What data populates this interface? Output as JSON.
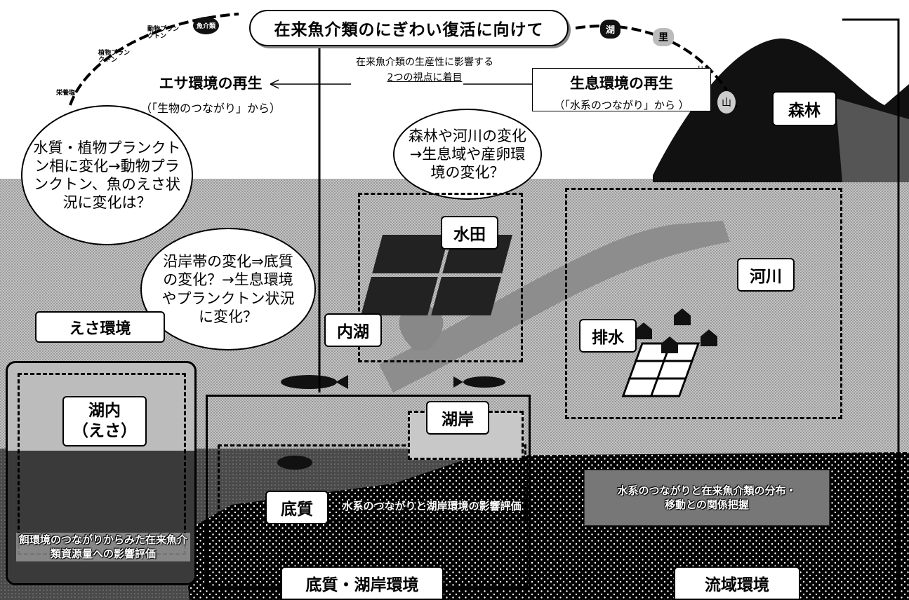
{
  "title": "在来魚介類のにぎわい復活に向けて",
  "center_note": {
    "line1": "在来魚介類の生産性に影響する",
    "line2": "2つの視点に着目"
  },
  "food_env": {
    "title": "エサ環境の再生",
    "sub": "（「生物のつながり」から）"
  },
  "habitat_env": {
    "title": "生息環境の再生",
    "sub": "（「水系のつながり」から ）"
  },
  "chain_left": {
    "nutrients": "栄養塩",
    "phyto": "植物プランクトン",
    "zoo": "動物プランクトン",
    "fish": "魚介類"
  },
  "chain_right": {
    "lake": "湖",
    "satoyama": "里",
    "river": "川",
    "mountain": "山"
  },
  "bubbles": {
    "left": "水質・植物プランクトン相に変化→動物プランクトン、魚のえさ状況に変化は？",
    "middle": "沿岸帯の変化⇒底質の変化？→生息環境やプランクトン状況に変化？",
    "right": "森林や河川の変化→生息域や産卵環境の変化？"
  },
  "labels": {
    "forest": "森林",
    "paddy": "水田",
    "river": "河川",
    "inner_lake": "内湖",
    "drainage": "排水",
    "feed_env": "えさ環境",
    "lake_inside": "湖内",
    "lake_inside_sub": "（えさ）",
    "shore": "湖岸",
    "sediment": "底質",
    "sediment_shore_env": "底質・湖岸環境",
    "basin_env": "流域環境"
  },
  "captions": {
    "feed": "餌環境のつながりからみた在来魚介類資源量への影響評価",
    "sediment": "水系のつながりと湖岸環境の影響評価",
    "basin": "水系のつながりと在来魚介類の分布・移動との関係把握"
  }
}
